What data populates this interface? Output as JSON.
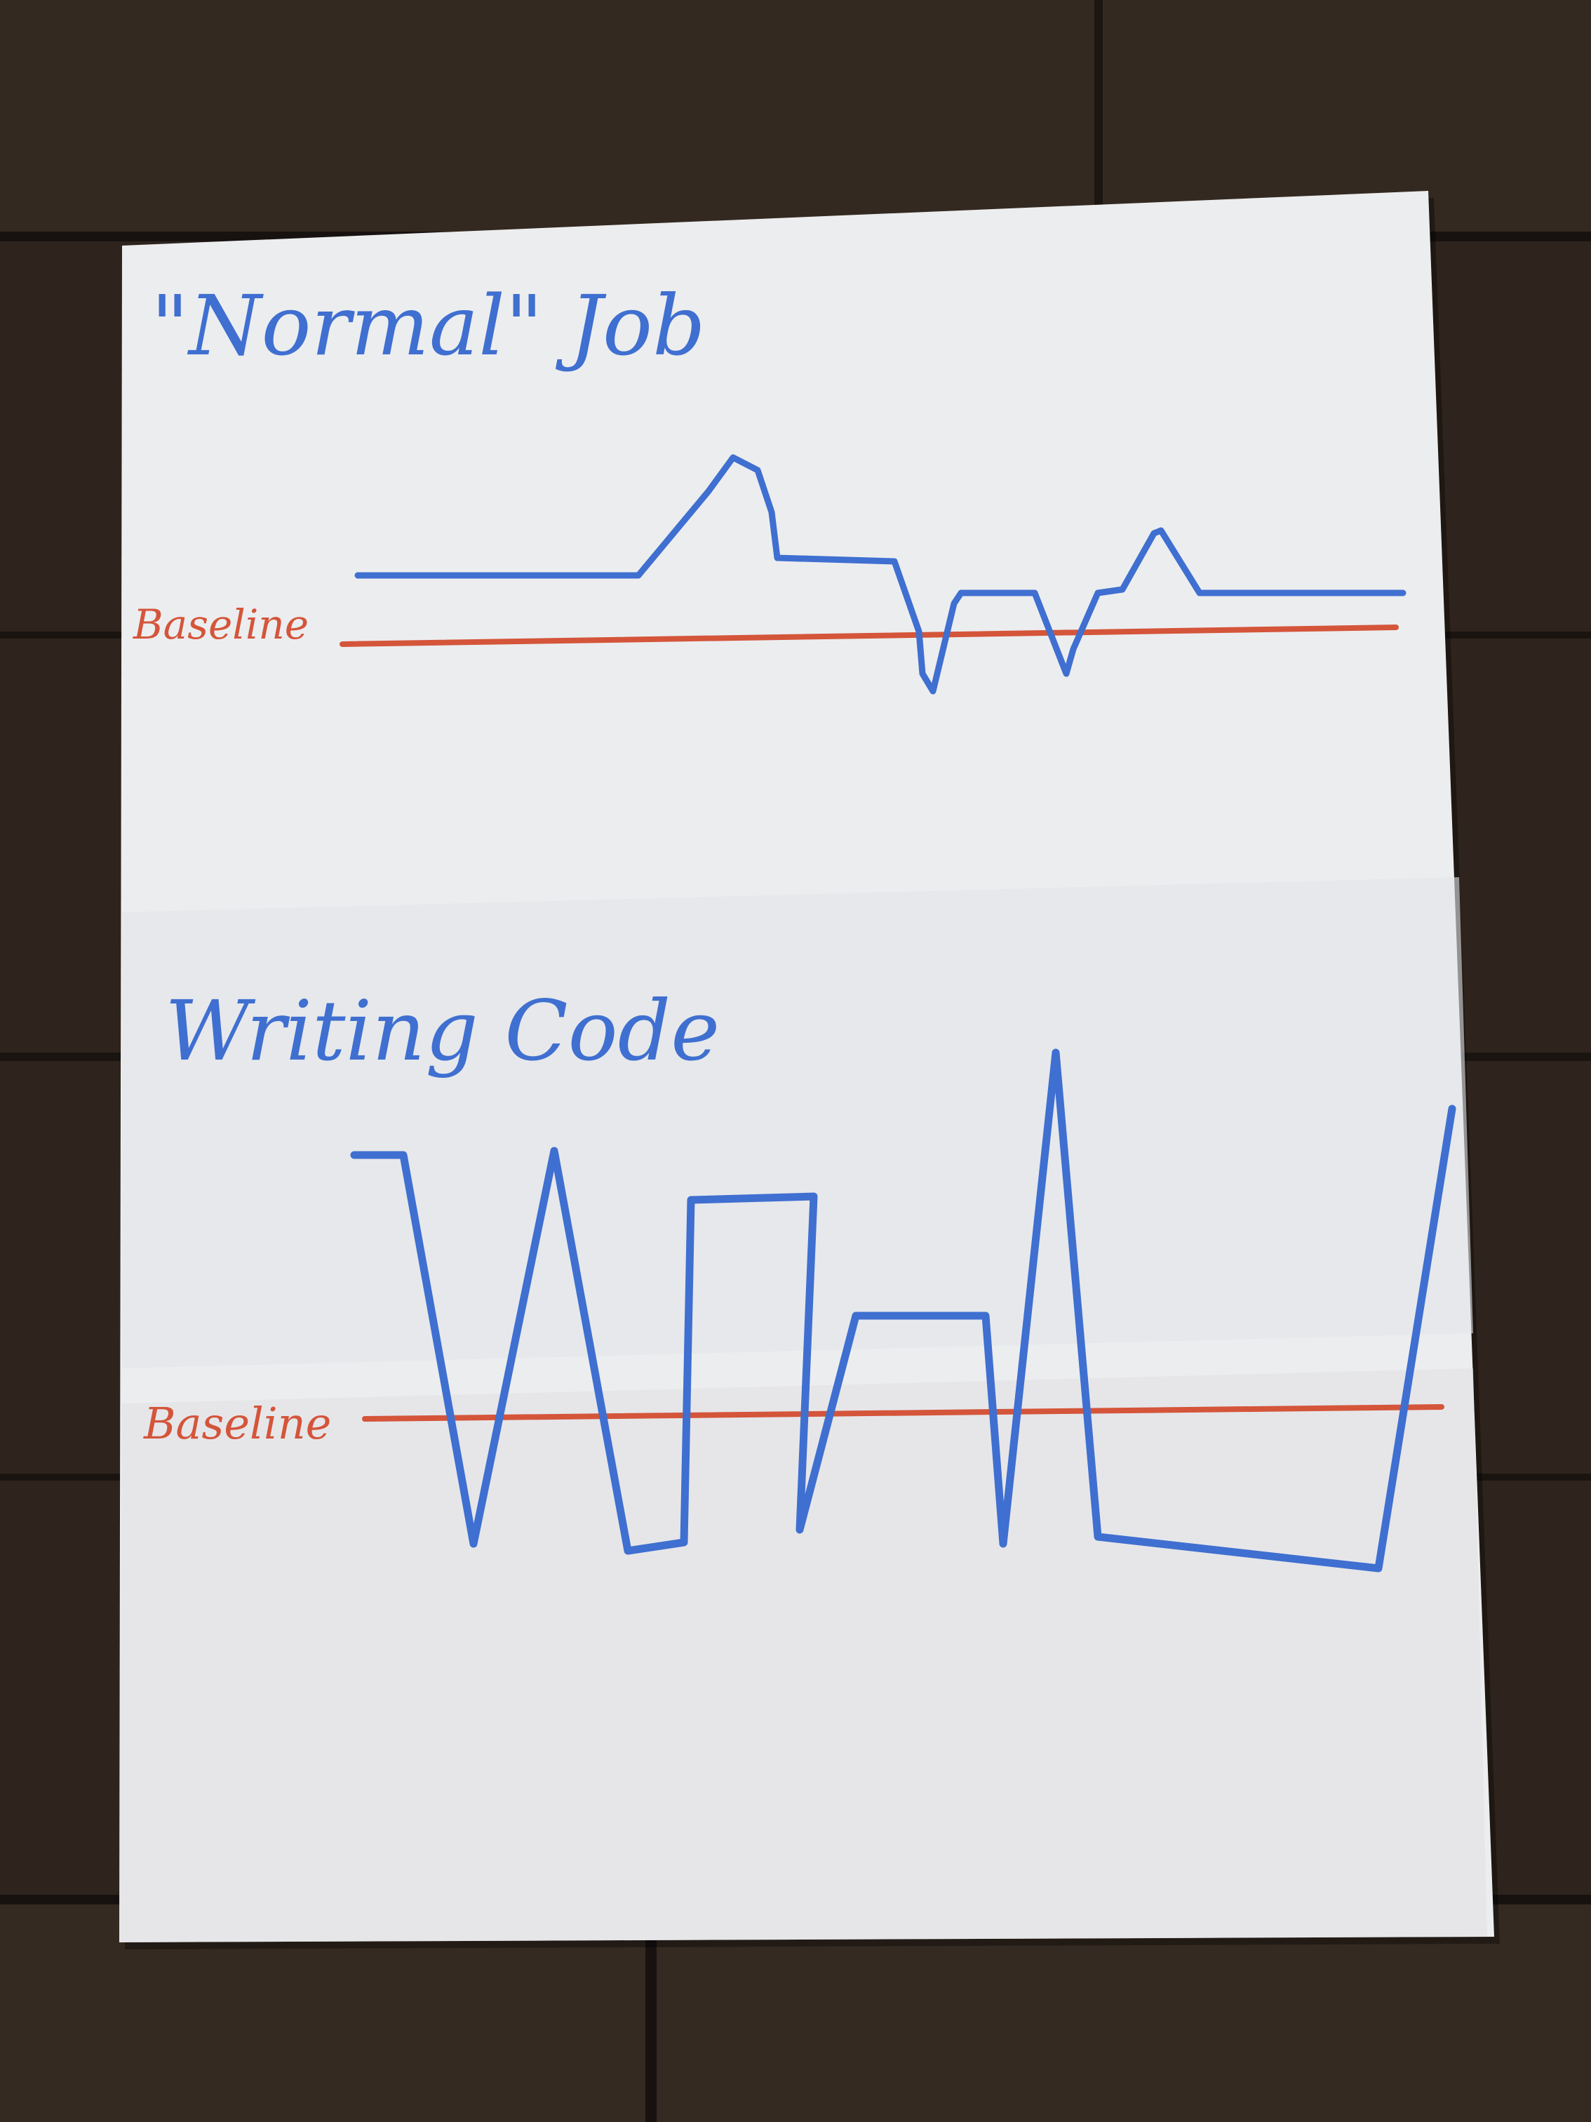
{
  "colors": {
    "table": "#2e241d",
    "plank_dark": "#1f1813",
    "plank_light": "#3a2d23",
    "paper": "#ecedef",
    "paper_shadow": "#d6d7db",
    "ink_blue": "#3f6fd0",
    "ink_red": "#d4553a"
  },
  "sheet": {
    "top_section": {
      "title": "\"Normal\" Job",
      "baseline_label": "Baseline"
    },
    "bottom_section": {
      "title": "Writing Code",
      "baseline_label": "Baseline"
    }
  }
}
